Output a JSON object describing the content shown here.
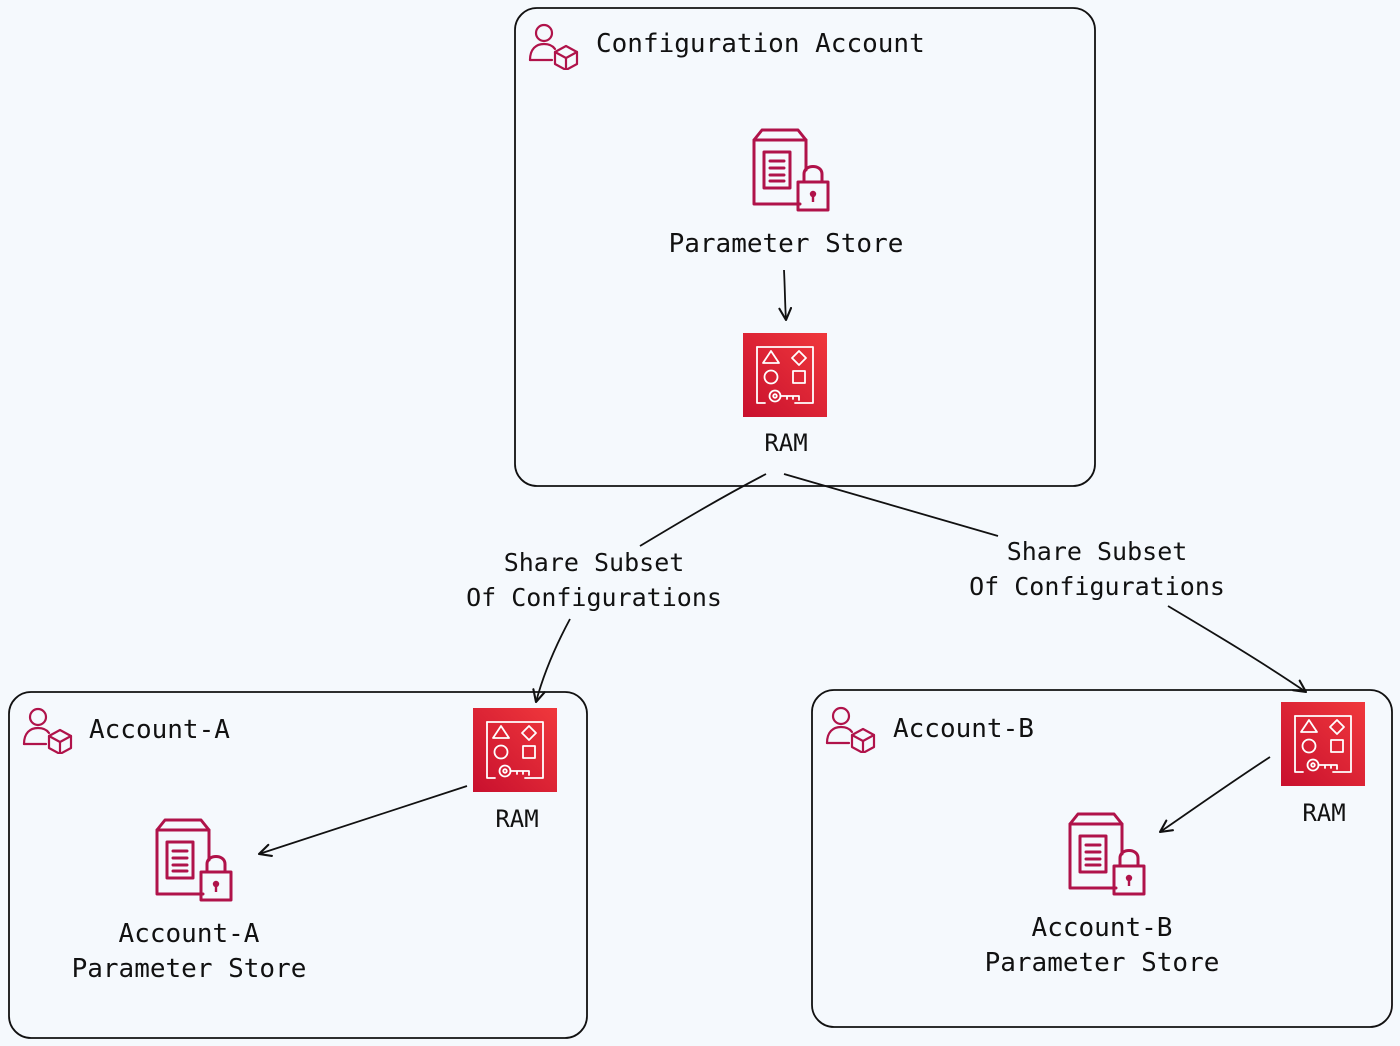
{
  "colors": {
    "background": "#f5f9fd",
    "stroke": "#111111",
    "icon_pink": "#b0134a",
    "ram_red_light": "#f0383c",
    "ram_red_dark": "#c8102e"
  },
  "accounts": {
    "config": {
      "title": "Configuration Account",
      "icon": "account-icon",
      "param_store": {
        "label": "Parameter Store",
        "icon": "parameter-store-icon"
      },
      "ram": {
        "label": "RAM",
        "icon": "ram-icon"
      }
    },
    "a": {
      "title": "Account-A",
      "icon": "account-icon",
      "ram": {
        "label": "RAM",
        "icon": "ram-icon"
      },
      "param_store": {
        "label_line1": "Account-A",
        "label_line2": "Parameter Store",
        "icon": "parameter-store-icon"
      }
    },
    "b": {
      "title": "Account-B",
      "icon": "account-icon",
      "ram": {
        "label": "RAM",
        "icon": "ram-icon"
      },
      "param_store": {
        "label_line1": "Account-B",
        "label_line2": "Parameter Store",
        "icon": "parameter-store-icon"
      }
    }
  },
  "edges": {
    "share_left": {
      "line1": "Share Subset",
      "line2": "Of Configurations"
    },
    "share_right": {
      "line1": "Share Subset",
      "line2": "Of Configurations"
    }
  }
}
